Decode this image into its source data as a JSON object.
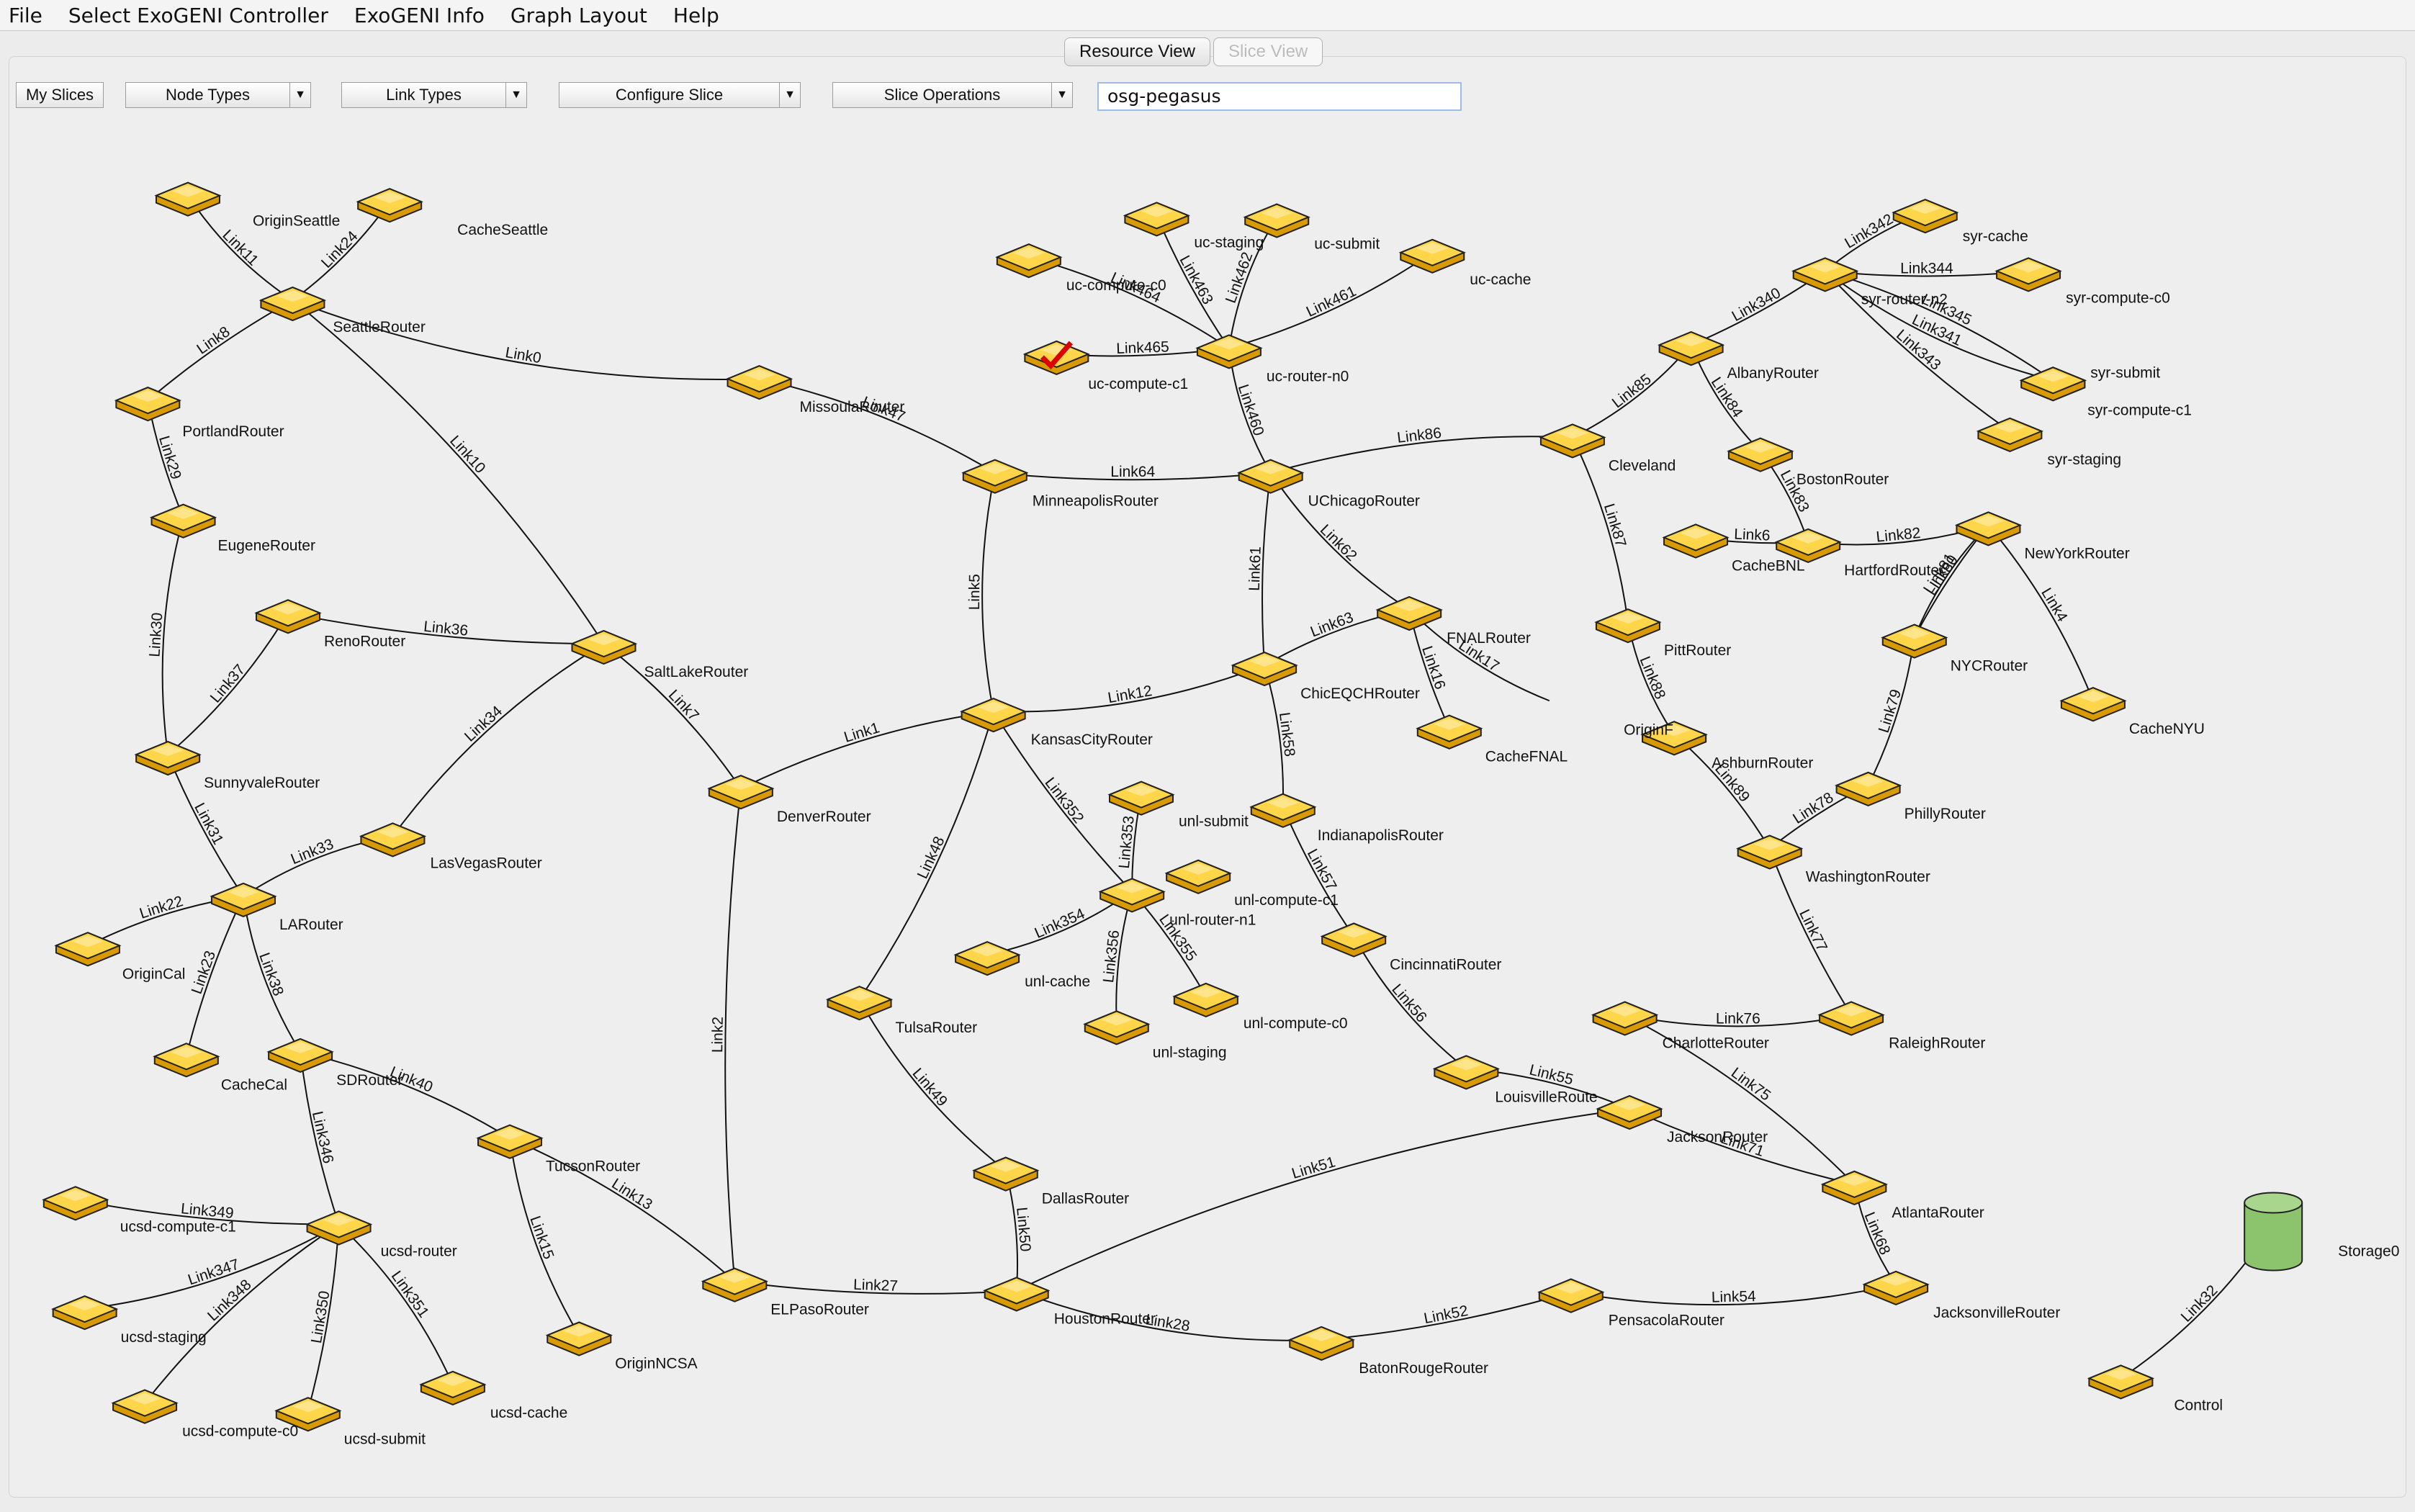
{
  "menu": [
    "File",
    "Select ExoGENI Controller",
    "ExoGENI Info",
    "Graph Layout",
    "Help"
  ],
  "tabs": {
    "resource_view": "Resource View",
    "slice_view": "Slice View"
  },
  "toolbar": {
    "my_slices": "My Slices",
    "node_types": "Node Types",
    "link_types": "Link Types",
    "configure_slice": "Configure Slice",
    "slice_operations": "Slice Operations",
    "slice_name": "osg-pegasus"
  },
  "colors": {
    "node_fill": "#f5b800",
    "node_top": "#ffd54a",
    "storage": "#8cc46e",
    "selected_label": "#1a28c8",
    "check": "#dd0000"
  },
  "graph": {
    "nodes": [
      {
        "id": "OriginSeattle",
        "label": "OriginSeattle"
      },
      {
        "id": "CacheSeattle",
        "label": "CacheSeattle"
      },
      {
        "id": "SeattleRouter",
        "label": "SeattleRouter"
      },
      {
        "id": "PortlandRouter",
        "label": "PortlandRouter"
      },
      {
        "id": "EugeneRouter",
        "label": "EugeneRouter"
      },
      {
        "id": "RenoRouter",
        "label": "RenoRouter"
      },
      {
        "id": "SunnyvaleRouter",
        "label": "SunnyvaleRouter"
      },
      {
        "id": "LasVegasRouter",
        "label": "LasVegasRouter"
      },
      {
        "id": "LARouter",
        "label": "LARouter"
      },
      {
        "id": "OriginCal",
        "label": "OriginCal"
      },
      {
        "id": "CacheCal",
        "label": "CacheCal"
      },
      {
        "id": "SDRouter",
        "label": "SDRouter"
      },
      {
        "id": "MissoulaRouter",
        "label": "MissoulaRouter"
      },
      {
        "id": "SaltLakeRouter",
        "label": "SaltLakeRouter"
      },
      {
        "id": "DenverRouter",
        "label": "DenverRouter"
      },
      {
        "id": "TucsonRouter",
        "label": "TucsonRouter"
      },
      {
        "id": "OriginNCSA",
        "label": "OriginNCSA"
      },
      {
        "id": "ELPasoRouter",
        "label": "ELPasoRouter"
      },
      {
        "id": "ucsd-compute-c1",
        "label": "ucsd-compute-c1"
      },
      {
        "id": "ucsd-router",
        "label": "ucsd-router"
      },
      {
        "id": "ucsd-staging",
        "label": "ucsd-staging"
      },
      {
        "id": "ucsd-compute-c0",
        "label": "ucsd-compute-c0"
      },
      {
        "id": "ucsd-submit",
        "label": "ucsd-submit"
      },
      {
        "id": "ucsd-cache",
        "label": "ucsd-cache"
      },
      {
        "id": "MinneapolisRouter",
        "label": "MinneapolisRouter"
      },
      {
        "id": "KansasCityRouter",
        "label": "KansasCityRouter"
      },
      {
        "id": "TulsaRouter",
        "label": "TulsaRouter"
      },
      {
        "id": "DallasRouter",
        "label": "DallasRouter"
      },
      {
        "id": "HoustonRouter",
        "label": "HoustonRouter"
      },
      {
        "id": "uc-compute-c0",
        "label": "uc-compute-c0"
      },
      {
        "id": "uc-staging",
        "label": "uc-staging"
      },
      {
        "id": "uc-submit",
        "label": "uc-submit"
      },
      {
        "id": "uc-cache",
        "label": "uc-cache"
      },
      {
        "id": "uc-compute-c1",
        "label": "uc-compute-c1",
        "selected": true
      },
      {
        "id": "uc-router-n0",
        "label": "uc-router-n0"
      },
      {
        "id": "UChicagoRouter",
        "label": "UChicagoRouter"
      },
      {
        "id": "FNALRouter",
        "label": "FNALRouter"
      },
      {
        "id": "ChicEQCHRouter",
        "label": "ChicEQCHRouter"
      },
      {
        "id": "CacheFNAL",
        "label": "CacheFNAL"
      },
      {
        "id": "IndianapolisRouter",
        "label": "IndianapolisRouter"
      },
      {
        "id": "CincinnatiRouter",
        "label": "CincinnatiRouter"
      },
      {
        "id": "LouisvilleRouter",
        "label": "LouisvilleRoute"
      },
      {
        "id": "unl-submit",
        "label": "unl-submit"
      },
      {
        "id": "unl-router-n1",
        "label": "unl-router-n1"
      },
      {
        "id": "unl-compute-c1",
        "label": "unl-compute-c1"
      },
      {
        "id": "unl-cache",
        "label": "unl-cache"
      },
      {
        "id": "unl-compute-c0",
        "label": "unl-compute-c0"
      },
      {
        "id": "unl-staging",
        "label": "unl-staging"
      },
      {
        "id": "Cleveland",
        "label": "Cleveland"
      },
      {
        "id": "AlbanyRouter",
        "label": "AlbanyRouter"
      },
      {
        "id": "BostonRouter",
        "label": "BostonRouter"
      },
      {
        "id": "CacheBNL",
        "label": "CacheBNL"
      },
      {
        "id": "HartfordRouter",
        "label": "HartfordRouter"
      },
      {
        "id": "NewYorkRouter",
        "label": "NewYorkRouter"
      },
      {
        "id": "NYCRouter",
        "label": "NYCRouter"
      },
      {
        "id": "CacheNYU",
        "label": "CacheNYU"
      },
      {
        "id": "PittRouter",
        "label": "PittRouter"
      },
      {
        "id": "AshburnRouter",
        "label": "AshburnRouter"
      },
      {
        "id": "OriginF",
        "label": "OriginF"
      },
      {
        "id": "WashingtonRouter",
        "label": "WashingtonRouter"
      },
      {
        "id": "PhillyRouter",
        "label": "PhillyRouter"
      },
      {
        "id": "syr-router",
        "label": "syr-router-n2"
      },
      {
        "id": "syr-cache",
        "label": "syr-cache"
      },
      {
        "id": "syr-compute-c0",
        "label": "syr-compute-c0"
      },
      {
        "id": "syr-submit",
        "label": "syr-submit"
      },
      {
        "id": "syr-compute-c1",
        "label": "syr-compute-c1"
      },
      {
        "id": "syr-staging",
        "label": "syr-staging"
      },
      {
        "id": "CharlotteRouter",
        "label": "CharlotteRouter"
      },
      {
        "id": "RaleighRouter",
        "label": "RaleighRouter"
      },
      {
        "id": "JacksonRouter",
        "label": "JacksonRouter"
      },
      {
        "id": "AtlantaRouter",
        "label": "AtlantaRouter"
      },
      {
        "id": "JacksonvilleRouter",
        "label": "JacksonvilleRouter"
      },
      {
        "id": "PensacolaRouter",
        "label": "PensacolaRouter"
      },
      {
        "id": "BatonRougeRouter",
        "label": "BatonRougeRouter"
      },
      {
        "id": "Control",
        "label": "Control"
      },
      {
        "id": "Storage0",
        "label": "Storage0",
        "kind": "storage"
      }
    ],
    "links": [
      {
        "id": "Link11",
        "a": "OriginSeattle",
        "b": "SeattleRouter"
      },
      {
        "id": "Link24",
        "a": "CacheSeattle",
        "b": "SeattleRouter"
      },
      {
        "id": "Link8",
        "a": "SeattleRouter",
        "b": "PortlandRouter"
      },
      {
        "id": "Link0",
        "a": "SeattleRouter",
        "b": "MissoulaRouter"
      },
      {
        "id": "Link10",
        "a": "SeattleRouter",
        "b": "SaltLakeRouter"
      },
      {
        "id": "Link29",
        "a": "PortlandRouter",
        "b": "EugeneRouter"
      },
      {
        "id": "Link30",
        "a": "EugeneRouter",
        "b": "SunnyvaleRouter"
      },
      {
        "id": "Link37",
        "a": "RenoRouter",
        "b": "SunnyvaleRouter"
      },
      {
        "id": "Link36",
        "a": "RenoRouter",
        "b": "SaltLakeRouter"
      },
      {
        "id": "Link34",
        "a": "SaltLakeRouter",
        "b": "LasVegasRouter"
      },
      {
        "id": "Link7",
        "a": "SaltLakeRouter",
        "b": "DenverRouter"
      },
      {
        "id": "Link31",
        "a": "SunnyvaleRouter",
        "b": "LARouter"
      },
      {
        "id": "Link33",
        "a": "LasVegasRouter",
        "b": "LARouter"
      },
      {
        "id": "Link22",
        "a": "OriginCal",
        "b": "LARouter"
      },
      {
        "id": "Link23",
        "a": "LARouter",
        "b": "CacheCal"
      },
      {
        "id": "Link38",
        "a": "LARouter",
        "b": "SDRouter"
      },
      {
        "id": "Link40",
        "a": "SDRouter",
        "b": "TucsonRouter"
      },
      {
        "id": "Link346",
        "a": "SDRouter",
        "b": "ucsd-router"
      },
      {
        "id": "Link15",
        "a": "TucsonRouter",
        "b": "OriginNCSA"
      },
      {
        "id": "Link13",
        "a": "TucsonRouter",
        "b": "ELPasoRouter"
      },
      {
        "id": "Link349",
        "a": "ucsd-compute-c1",
        "b": "ucsd-router"
      },
      {
        "id": "Link347",
        "a": "ucsd-staging",
        "b": "ucsd-router"
      },
      {
        "id": "Link348",
        "a": "ucsd-compute-c0",
        "b": "ucsd-router"
      },
      {
        "id": "Link350",
        "a": "ucsd-submit",
        "b": "ucsd-router"
      },
      {
        "id": "Link351",
        "a": "ucsd-cache",
        "b": "ucsd-router"
      },
      {
        "id": "Link47",
        "a": "MissoulaRouter",
        "b": "MinneapolisRouter"
      },
      {
        "id": "Link64",
        "a": "MinneapolisRouter",
        "b": "UChicagoRouter"
      },
      {
        "id": "Link5",
        "a": "MinneapolisRouter",
        "b": "KansasCityRouter"
      },
      {
        "id": "Link1",
        "a": "DenverRouter",
        "b": "KansasCityRouter"
      },
      {
        "id": "Link2",
        "a": "DenverRouter",
        "b": "ELPasoRouter"
      },
      {
        "id": "Link12",
        "a": "KansasCityRouter",
        "b": "ChicEQCHRouter"
      },
      {
        "id": "Link48",
        "a": "KansasCityRouter",
        "b": "TulsaRouter"
      },
      {
        "id": "Link352",
        "a": "KansasCityRouter",
        "b": "unl-router-n1"
      },
      {
        "id": "Link49",
        "a": "TulsaRouter",
        "b": "DallasRouter"
      },
      {
        "id": "Link50",
        "a": "DallasRouter",
        "b": "HoustonRouter"
      },
      {
        "id": "Link27",
        "a": "ELPasoRouter",
        "b": "HoustonRouter"
      },
      {
        "id": "Link28",
        "a": "HoustonRouter",
        "b": "BatonRougeRouter"
      },
      {
        "id": "Link51",
        "a": "HoustonRouter",
        "b": "JacksonRouter"
      },
      {
        "id": "Link52",
        "a": "BatonRougeRouter",
        "b": "PensacolaRouter"
      },
      {
        "id": "Link54",
        "a": "PensacolaRouter",
        "b": "JacksonvilleRouter"
      },
      {
        "id": "Link464",
        "a": "uc-compute-c0",
        "b": "uc-router-n0"
      },
      {
        "id": "Link463",
        "a": "uc-staging",
        "b": "uc-router-n0"
      },
      {
        "id": "Link462",
        "a": "uc-submit",
        "b": "uc-router-n0"
      },
      {
        "id": "Link461",
        "a": "uc-cache",
        "b": "uc-router-n0"
      },
      {
        "id": "Link465",
        "a": "uc-compute-c1",
        "b": "uc-router-n0"
      },
      {
        "id": "Link460",
        "a": "uc-router-n0",
        "b": "UChicagoRouter"
      },
      {
        "id": "Link86",
        "a": "UChicagoRouter",
        "b": "Cleveland"
      },
      {
        "id": "Link61",
        "a": "UChicagoRouter",
        "b": "ChicEQCHRouter"
      },
      {
        "id": "Link62",
        "a": "UChicagoRouter",
        "b": "FNALRouter"
      },
      {
        "id": "Link63",
        "a": "ChicEQCHRouter",
        "b": "FNALRouter"
      },
      {
        "id": "Link16",
        "a": "FNALRouter",
        "b": "CacheFNAL"
      },
      {
        "id": "Link17",
        "a": "FNALRouter",
        "b": "CacheFNAL_b"
      },
      {
        "id": "Link58",
        "a": "ChicEQCHRouter",
        "b": "IndianapolisRouter"
      },
      {
        "id": "Link57",
        "a": "IndianapolisRouter",
        "b": "CincinnatiRouter"
      },
      {
        "id": "Link56",
        "a": "CincinnatiRouter",
        "b": "LouisvilleRouter"
      },
      {
        "id": "Link55",
        "a": "LouisvilleRouter",
        "b": "JacksonRouter"
      },
      {
        "id": "Link353",
        "a": "unl-submit",
        "b": "unl-router-n1"
      },
      {
        "id": "Link354",
        "a": "unl-cache",
        "b": "unl-router-n1"
      },
      {
        "id": "Link356",
        "a": "unl-staging",
        "b": "unl-router-n1"
      },
      {
        "id": "Link355",
        "a": "unl-compute-c0",
        "b": "unl-router-n1"
      },
      {
        "id": "Link85",
        "a": "Cleveland",
        "b": "AlbanyRouter"
      },
      {
        "id": "Link87",
        "a": "Cleveland",
        "b": "PittRouter"
      },
      {
        "id": "Link340",
        "a": "AlbanyRouter",
        "b": "syr-router"
      },
      {
        "id": "Link84",
        "a": "AlbanyRouter",
        "b": "BostonRouter"
      },
      {
        "id": "Link83",
        "a": "BostonRouter",
        "b": "HartfordRouter"
      },
      {
        "id": "Link6",
        "a": "CacheBNL",
        "b": "HartfordRouter"
      },
      {
        "id": "Link82",
        "a": "HartfordRouter",
        "b": "NewYorkRouter"
      },
      {
        "id": "Link4",
        "a": "NewYorkRouter",
        "b": "CacheNYU"
      },
      {
        "id": "Link80",
        "a": "NewYorkRouter",
        "b": "NYCRouter"
      },
      {
        "id": "Link81",
        "a": "NewYorkRouter",
        "b": "NYCRouter"
      },
      {
        "id": "Link79",
        "a": "NYCRouter",
        "b": "PhillyRouter"
      },
      {
        "id": "Link78",
        "a": "PhillyRouter",
        "b": "WashingtonRouter"
      },
      {
        "id": "Link88",
        "a": "PittRouter",
        "b": "AshburnRouter"
      },
      {
        "id": "Link89",
        "a": "AshburnRouter",
        "b": "WashingtonRouter"
      },
      {
        "id": "Link77",
        "a": "WashingtonRouter",
        "b": "RaleighRouter"
      },
      {
        "id": "Link76",
        "a": "CharlotteRouter",
        "b": "RaleighRouter"
      },
      {
        "id": "Link75",
        "a": "CharlotteRouter",
        "b": "AtlantaRouter"
      },
      {
        "id": "Link71",
        "a": "JacksonRouter",
        "b": "AtlantaRouter"
      },
      {
        "id": "Link68",
        "a": "AtlantaRouter",
        "b": "JacksonvilleRouter"
      },
      {
        "id": "Link342",
        "a": "syr-router",
        "b": "syr-cache"
      },
      {
        "id": "Link344",
        "a": "syr-router",
        "b": "syr-compute-c0"
      },
      {
        "id": "Link341",
        "a": "syr-router",
        "b": "syr-submit"
      },
      {
        "id": "Link345",
        "a": "syr-router",
        "b": "syr-compute-c1"
      },
      {
        "id": "Link343",
        "a": "syr-router",
        "b": "syr-staging"
      },
      {
        "id": "Link32",
        "a": "Control",
        "b": "Storage0"
      }
    ]
  }
}
